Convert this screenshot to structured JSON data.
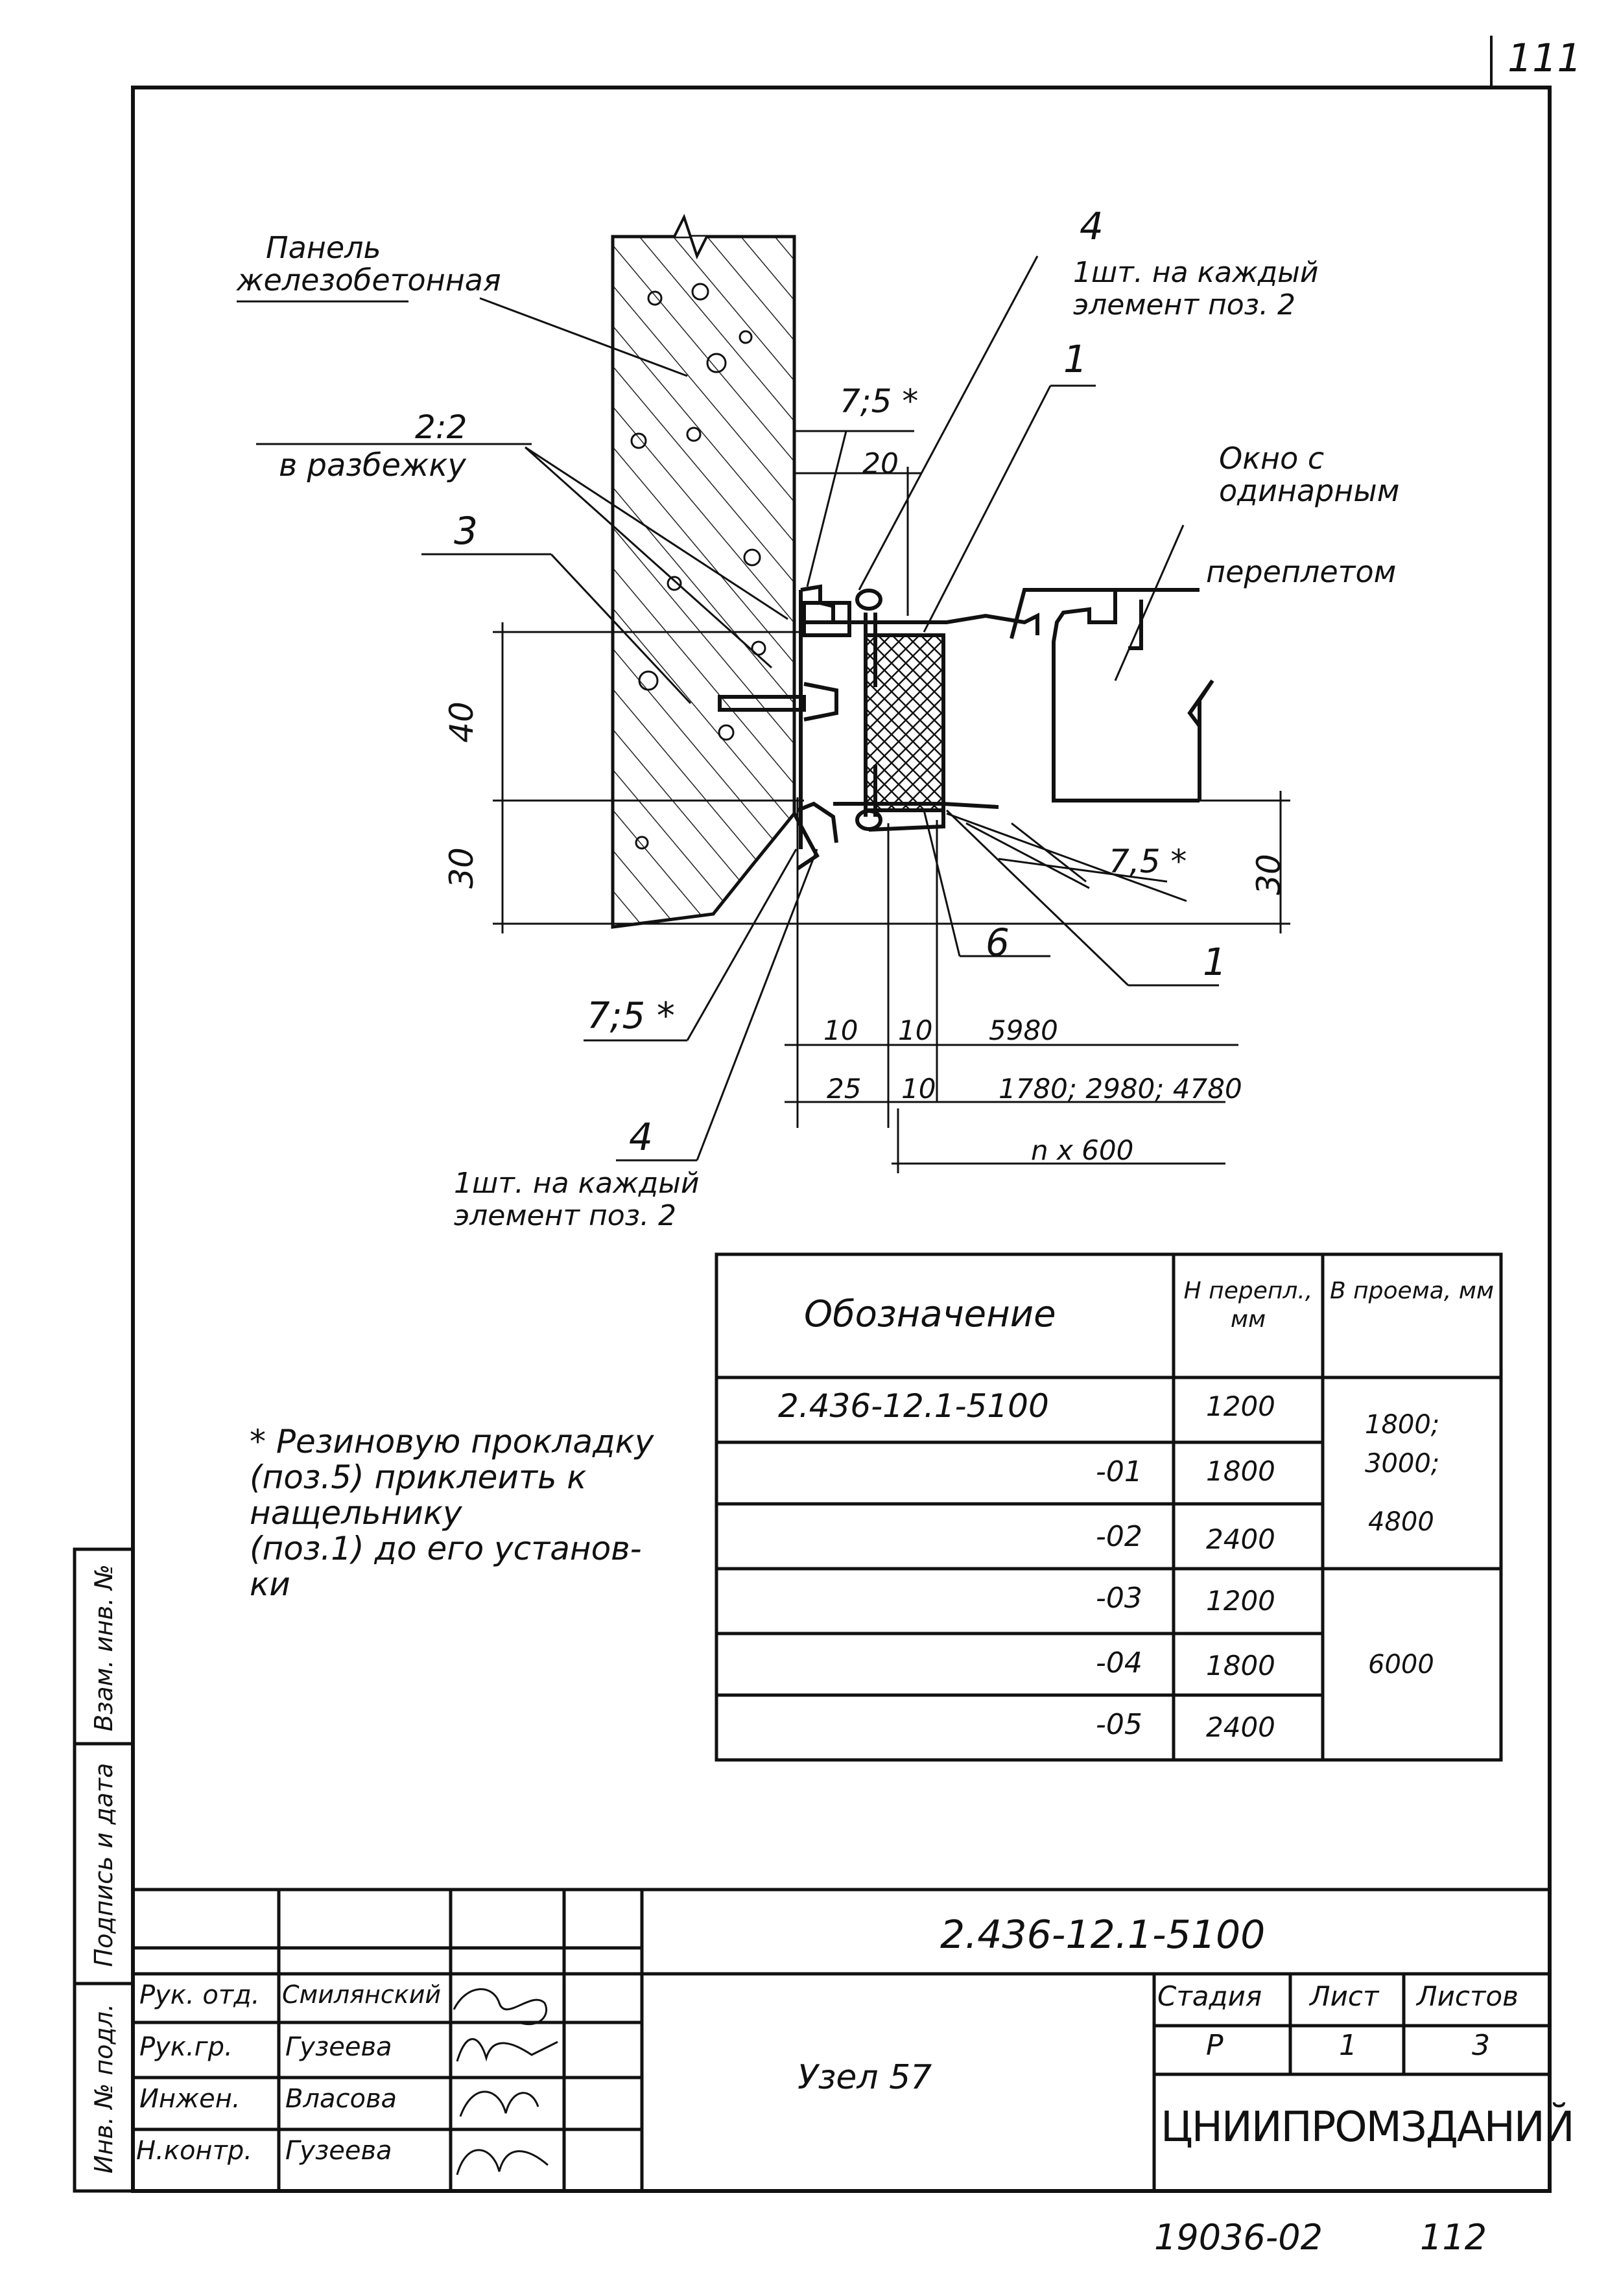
{
  "page_number": "111",
  "callouts": {
    "panel_label_1": "Панель",
    "panel_label_2": "железобетонная",
    "ratio": "2:2",
    "ratio_note": "в разбежку",
    "pos3": "3",
    "pos4_top": "4",
    "pos4_top_note_1": "1шт. на каждый",
    "pos4_top_note_2": "элемент поз. 2",
    "pos1_top": "1",
    "pos7_top": "7;5 *",
    "dim20": "20",
    "window_1": "Окно с",
    "window_2": "одинарным",
    "window_3": "переплетом",
    "dim40": "40",
    "dim30_left": "30",
    "dim30_right": "30",
    "pos75": "7,5 *",
    "pos6": "6",
    "pos1_bottom": "1",
    "pos7_bottom": "7;5 *",
    "pos4_bottom": "4",
    "pos4_bottom_note_1": "1шт. на каждый",
    "pos4_bottom_note_2": "элемент поз. 2",
    "dim10a": "10",
    "dim10b": "10",
    "dim5980": "5980",
    "dim25": "25",
    "dim10c": "10",
    "dim_lengths": "1780; 2980; 4780",
    "dim_nx600": "n x 600"
  },
  "table": {
    "headers": [
      "Обозначение",
      "Н перепл., мм",
      "В проема, мм"
    ],
    "rows": [
      [
        "2.436-12.1-5100",
        "1200"
      ],
      [
        "-01",
        "1800"
      ],
      [
        "-02",
        "2400"
      ],
      [
        "-03",
        "1200"
      ],
      [
        "-04",
        "1800"
      ],
      [
        "-05",
        "2400"
      ]
    ],
    "b_group1": [
      "1800;",
      "3000;",
      "4800"
    ],
    "b_group2": "6000"
  },
  "note_lines": [
    "* Резиновую прокладку",
    "(поз.5) приклеить к",
    "нащельнику",
    "(поз.1) до его установ-",
    "ки"
  ],
  "side_stamp": [
    "Инв. № подл.",
    "Подпись и дата",
    "Взам. инв. №"
  ],
  "title_block": {
    "document_code": "2.436-12.1-5100",
    "drawing_name": "Узел 57",
    "stage_header": "Стадия",
    "sheet_header": "Лист",
    "sheets_header": "Листов",
    "stage": "Р",
    "sheet": "1",
    "sheets": "3",
    "organization": "ЦНИИПРОМЗДАНИЙ",
    "roles": [
      "Рук. отд.",
      "Рук.гр.",
      "Инжен.",
      "Н.контр."
    ],
    "names": [
      "Смилянский",
      "Гузеева",
      "Власова",
      "Гузеева"
    ]
  },
  "footer": {
    "archive_no": "19036-02",
    "page": "112"
  }
}
